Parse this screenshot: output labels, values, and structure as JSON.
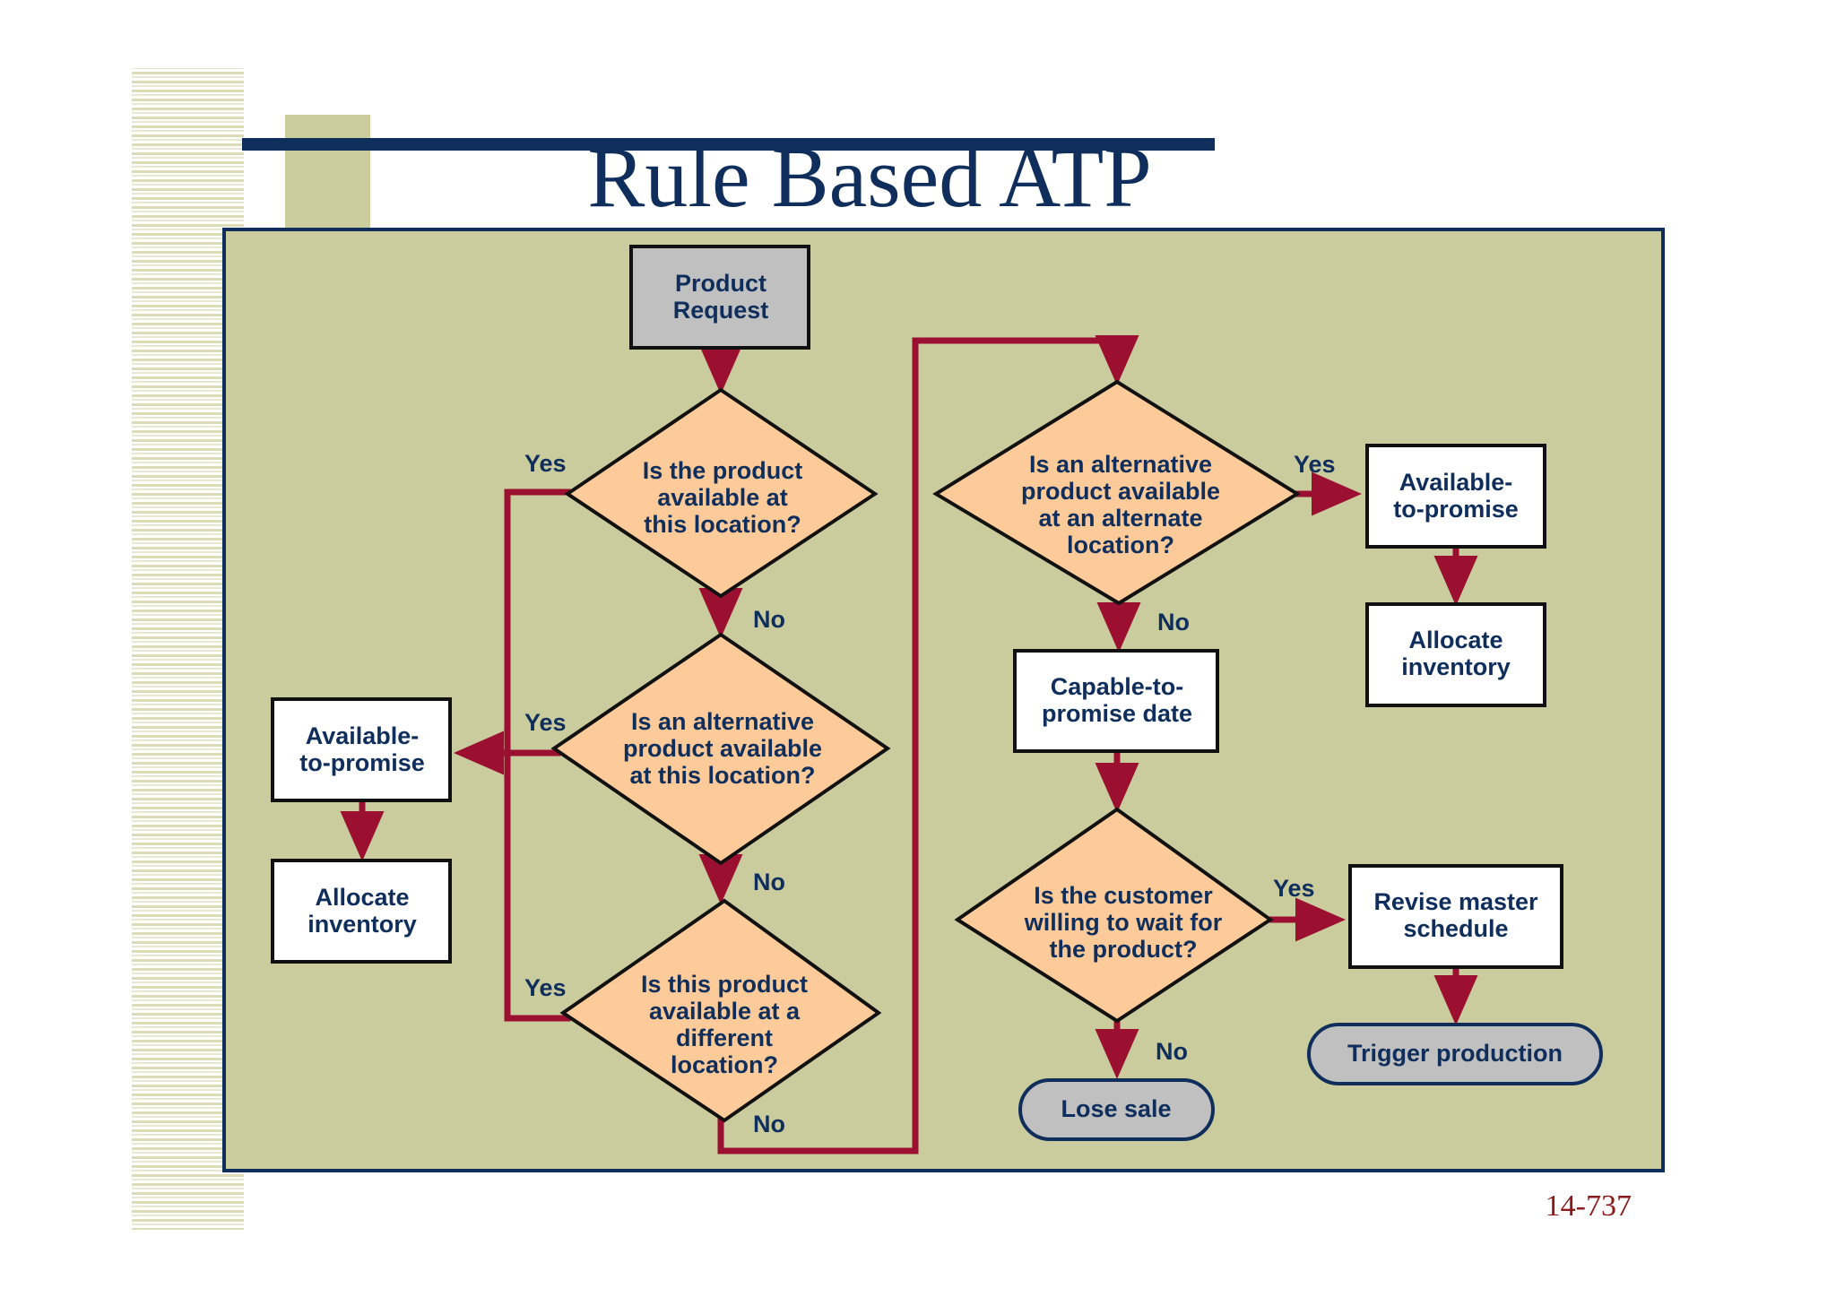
{
  "title": "Rule Based ATP",
  "slide_number": "14-737",
  "colors": {
    "panel": "#cbcc9e",
    "decision_fill": "#fccb99",
    "terminal_fill": "#c0c0c0",
    "arrow": "#9b0f30",
    "text": "#0f2e5c"
  },
  "nodes": {
    "product_request": [
      "Product",
      "Request"
    ],
    "d1": [
      "Is the product",
      "available at",
      "this location?"
    ],
    "d2": [
      "Is an alternative",
      "product available",
      "at this location?"
    ],
    "d3": [
      "Is this product",
      "available at a",
      "different",
      "location?"
    ],
    "left_atp": [
      "Available-",
      "to-promise"
    ],
    "left_allocate": [
      "Allocate",
      "inventory"
    ],
    "d4": [
      "Is an alternative",
      "product available",
      "at an alternate",
      "location?"
    ],
    "right_atp": [
      "Available-",
      "to-promise"
    ],
    "right_allocate": [
      "Allocate",
      "inventory"
    ],
    "ctp": [
      "Capable-to-",
      "promise date"
    ],
    "d5": [
      "Is the customer",
      "willing to wait for",
      "the product?"
    ],
    "revise": [
      "Revise master",
      "schedule"
    ],
    "trigger": "Trigger production",
    "lose": "Lose sale"
  },
  "edge_labels": {
    "d1_yes": "Yes",
    "d1_no": "No",
    "d2_yes": "Yes",
    "d2_no": "No",
    "d3_yes": "Yes",
    "d3_no": "No",
    "d4_yes": "Yes",
    "d4_no": "No",
    "d5_yes": "Yes",
    "d5_no": "No"
  }
}
